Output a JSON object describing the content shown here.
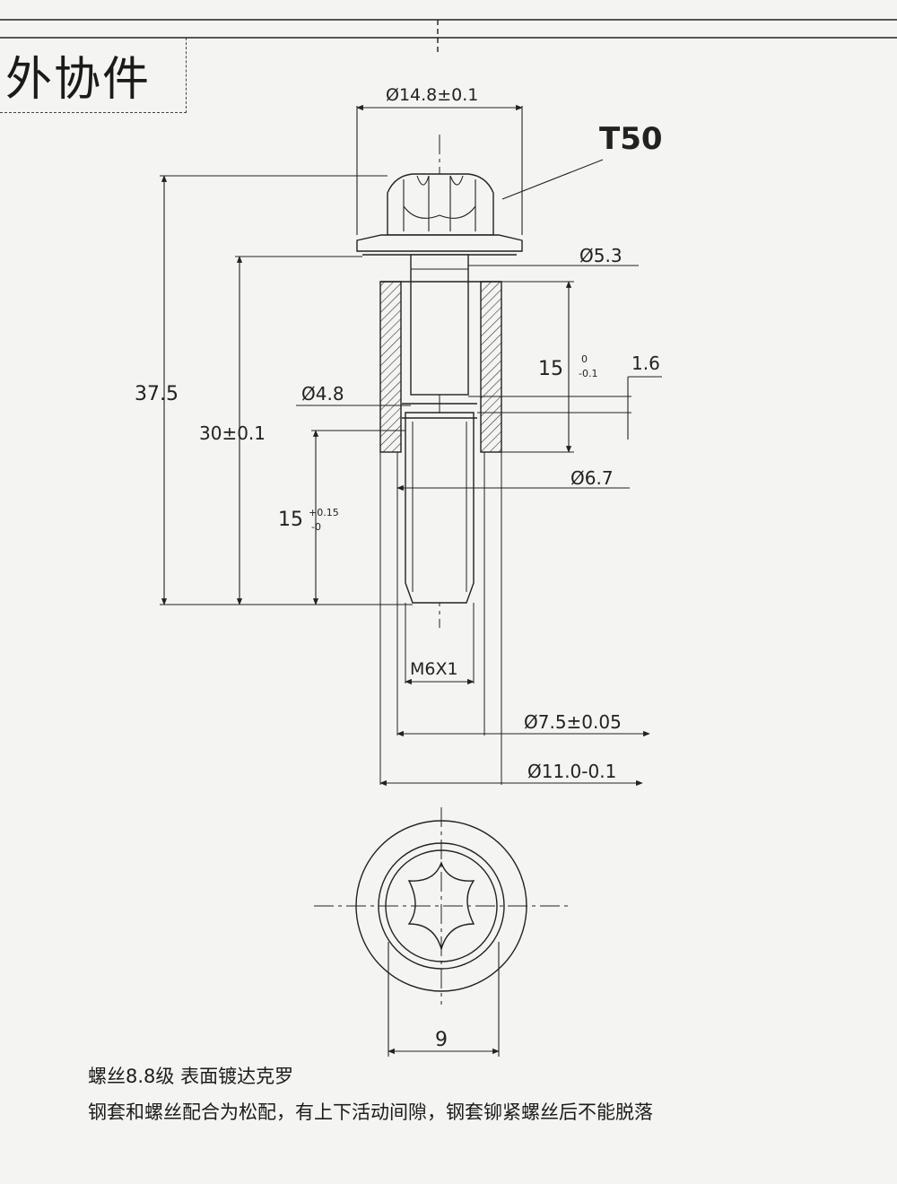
{
  "title": "外协件",
  "callout": "T50",
  "dimensions": {
    "head_diameter": "Ø14.8±0.1",
    "shank_diameter": "Ø5.3",
    "neck_diameter": "Ø4.8",
    "bore_diameter": "Ø6.7",
    "sleeve_inner_diameter": "Ø7.5±0.05",
    "sleeve_outer_diameter": "Ø11.0-0.1",
    "total_length": "37.5",
    "screw_length": "30±0.1",
    "sleeve_upper_length": "15",
    "sleeve_upper_tol_upper": "0",
    "sleeve_upper_tol_lower": "-0.1",
    "gap": "1.6",
    "thread_length": "15",
    "thread_tol_upper": "+0.15",
    "thread_tol_lower": "-0",
    "thread_spec": "M6X1",
    "bottom_width": "9"
  },
  "notes": {
    "line1": "螺丝8.8级  表面镀达克罗",
    "line2": "钢套和螺丝配合为松配，有上下活动间隙，钢套铆紧螺丝后不能脱落"
  },
  "colors": {
    "line": "#222222",
    "paper": "#f4f4f2"
  }
}
